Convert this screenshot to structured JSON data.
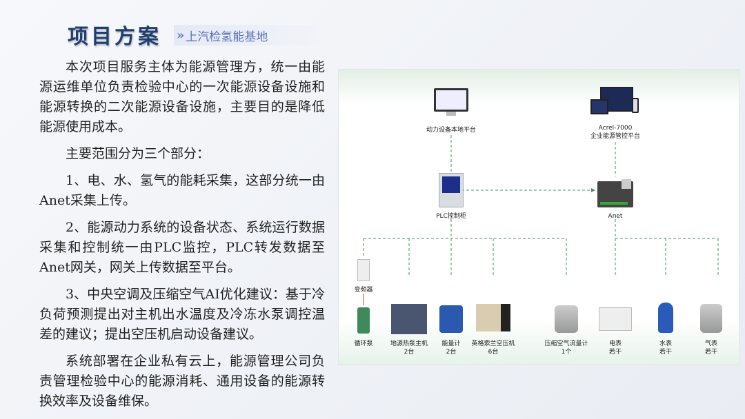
{
  "header": {
    "title": "项目方案",
    "subtitle": "上汽检氢能基地",
    "chevron": "»"
  },
  "paragraphs": [
    "本次项目服务主体为能源管理方，统一由能源运维单位负责检验中心的一次能源设备设施和能源转换的二次能源设备设施，主要目的是降低能源使用成本。",
    "主要范围分为三个部分：",
    "1、电、水、氢气的能耗采集，这部分统一由Anet采集上传。",
    "2、能源动力系统的设备状态、系统运行数据采集和控制统一由PLC监控，PLC转发数据至Anet网关，网关上传数据至平台。",
    "3、中央空调及压缩空气AI优化建议：基于冷负荷预测提出对主机出水温度及冷冻水泵调控温差的建议；提出空压机启动设备建议。",
    "系统部署在企业私有云上，能源管理公司负责管理检验中心的能源消耗、通用设备的能源转换效率及设备维保。"
  ],
  "diagram": {
    "local_platform": "动力设备本地平台",
    "acrel_name": "Acrel-7000",
    "acrel_platform": "企业能源管控平台",
    "plc": "PLC控制柜",
    "anet": "Anet",
    "inverter": "变频器",
    "devices": [
      {
        "name": "循环泵",
        "count": ""
      },
      {
        "name": "地源热泵主机",
        "count": "2台"
      },
      {
        "name": "能量计",
        "count": "2台"
      },
      {
        "name": "英格索兰空压机",
        "count": "6台"
      },
      {
        "name": "压缩空气流量计",
        "count": "1个"
      },
      {
        "name": "电表",
        "count": "若干"
      },
      {
        "name": "水表",
        "count": "若干"
      },
      {
        "name": "气表",
        "count": "若干"
      }
    ],
    "line_color": "#3a9a5a"
  }
}
